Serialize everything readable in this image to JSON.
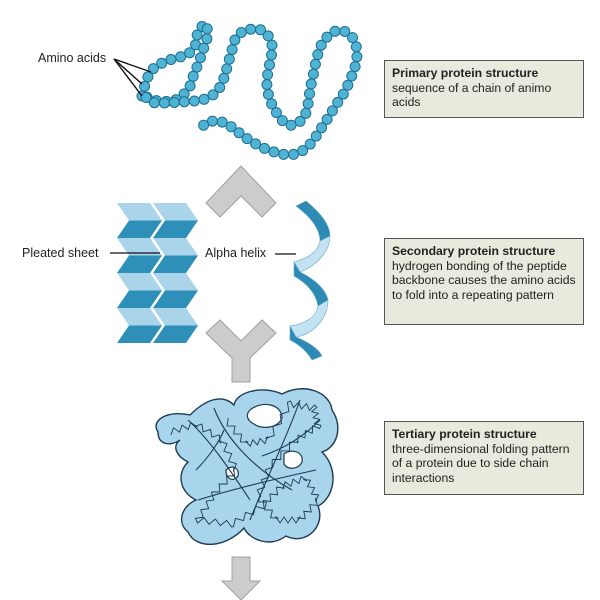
{
  "labels": {
    "amino_acids": "Amino acids",
    "pleated_sheet": "Pleated sheet",
    "alpha_helix": "Alpha helix"
  },
  "callouts": {
    "primary": {
      "title": "Primary protein structure",
      "description": "sequence of a chain of animo acids"
    },
    "secondary": {
      "title": "Secondary protein structure",
      "description": "hydrogen bonding of the peptide backbone causes the amino acids to fold into a repeating pattern"
    },
    "tertiary": {
      "title": "Tertiary protein structure",
      "description": "three-dimensional folding pattern of a protein due to side chain interactions"
    }
  },
  "colors": {
    "bead_fill": "#4fb3d4",
    "bead_stroke": "#1e6e92",
    "sheet_dark": "#2e8fb8",
    "sheet_light": "#a9d4ea",
    "helix_dark": "#2d8ab5",
    "helix_light": "#c3e3f3",
    "blob_fill": "#a8d5ec",
    "arrow_fill": "#cccccc",
    "arrow_stroke": "#a0a0a0",
    "callout_bg": "#e6ebdd"
  }
}
